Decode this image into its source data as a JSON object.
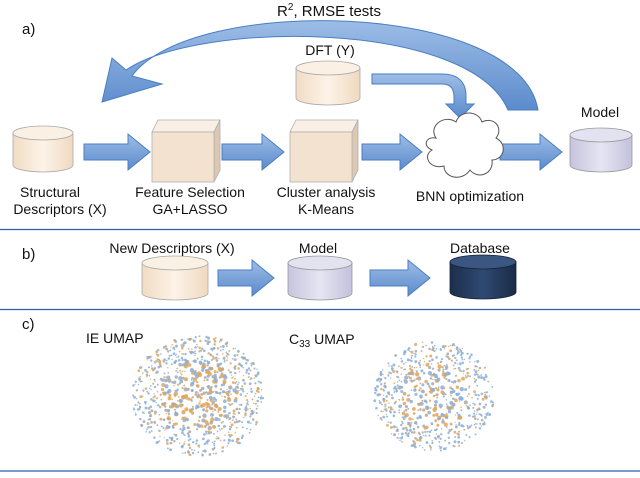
{
  "panels": {
    "a": "a)",
    "b": "b)",
    "c": "c)"
  },
  "panel_a": {
    "loop_label_main": "R",
    "loop_label_sup": "2",
    "loop_label_rest": ", RMSE tests",
    "dft_label": "DFT (Y)",
    "model_label": "Model",
    "structural_line1": "Structural",
    "structural_line2": "Descriptors (X)",
    "feature_line1": "Feature Selection",
    "feature_line2": "GA+LASSO",
    "cluster_line1": "Cluster analysis",
    "cluster_line2": "K-Means",
    "bnn_label": "BNN optimization"
  },
  "panel_b": {
    "new_descriptors_label": "New Descriptors (X)",
    "model_label": "Model",
    "database_label": "Database"
  },
  "panel_c": {
    "ie_umap_label": "IE UMAP",
    "c33_main": "C",
    "c33_sub": "33",
    "c33_rest": " UMAP"
  },
  "colors": {
    "arrow_fill": "#6f9bd7",
    "arrow_stroke": "#4a7ec4",
    "cyl_peach": "#f8e8d6",
    "cyl_lavender": "#d3d2e6",
    "cyl_navy": "#23395b",
    "cube_front": "#f4e2d0",
    "divider": "#2e5fa3",
    "umap_orange": "#e0a45c",
    "umap_blue": "#8aaed8",
    "umap_gray": "#a8a8a8"
  }
}
